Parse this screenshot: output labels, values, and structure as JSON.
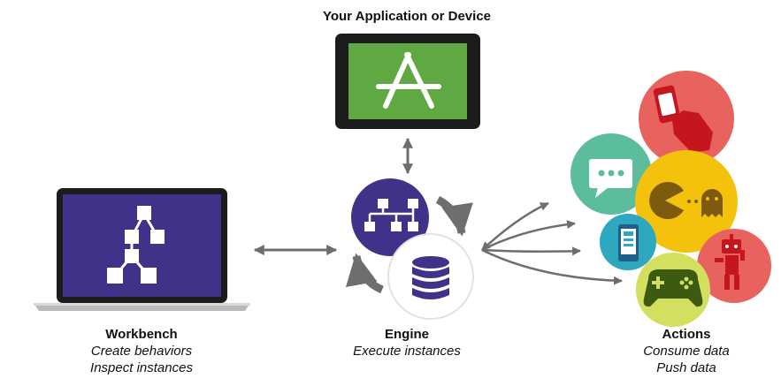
{
  "application": {
    "title": "Your Application or Device"
  },
  "workbench": {
    "title": "Workbench",
    "lines": [
      "Create behaviors",
      "Inspect instances"
    ]
  },
  "engine": {
    "title": "Engine",
    "lines": [
      "Execute instances"
    ]
  },
  "actions": {
    "title": "Actions",
    "lines": [
      "Consume data",
      "Push data"
    ]
  },
  "colors": {
    "purple": "#3f3289",
    "green": "#5fa842",
    "arrow": "#6e6e6e",
    "device": "#1c1c1c",
    "red": "#e8625e",
    "teal": "#5bbc9e",
    "yellow": "#f4c20d",
    "blue": "#2fa7bf",
    "lime": "#d3df5e",
    "darkred": "#c5161d"
  },
  "icons": [
    "app-store-icon",
    "flowchart-icon",
    "database-icon",
    "chat-icon",
    "pacman-icon",
    "ghost-icon",
    "phone-icon",
    "gamepad-icon",
    "robot-icon",
    "watch-icon"
  ]
}
